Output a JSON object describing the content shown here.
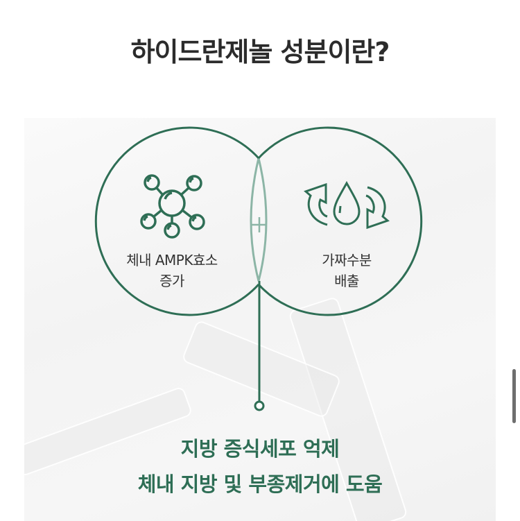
{
  "title": "하이드란제놀 성분이란?",
  "diagram": {
    "left_circle": {
      "icon": "molecule-icon",
      "label_line1": "체내 AMPK효소",
      "label_line2": "증가"
    },
    "right_circle": {
      "icon": "water-drop-cycle-icon",
      "label_line1": "가짜수분",
      "label_line2": "배출"
    },
    "intersection_symbol": "+"
  },
  "result": {
    "line1": "지방 증식세포 억제",
    "line2": "체내 지방 및 부종제거에 도움"
  },
  "colors": {
    "accent_green": "#2e6e55",
    "intersection_green": "#8cb5a6",
    "title_text": "#2b2b2b",
    "label_text": "#333333"
  }
}
